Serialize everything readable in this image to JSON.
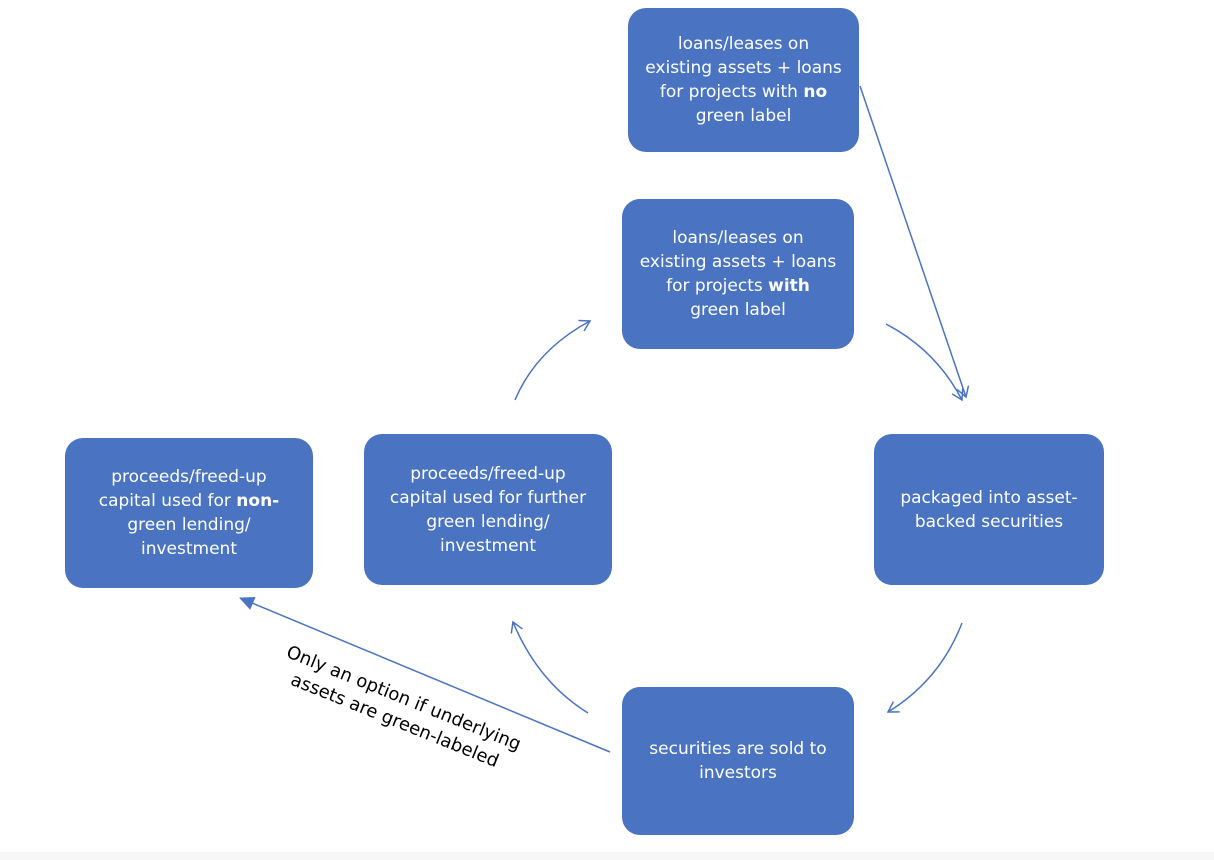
{
  "colors": {
    "box_fill": "#4a74c1",
    "box_text": "#ffffff",
    "arrow": "#4a74c1",
    "note_text": "#000000"
  },
  "boxes": {
    "no_label": {
      "line1": "loans/leases on",
      "line2": "existing assets + loans",
      "line3_pre": "for projects with ",
      "line3_bold": "no",
      "line4": "green label"
    },
    "with_label": {
      "line1": "loans/leases on",
      "line2": "existing assets + loans",
      "line3_pre": "for projects ",
      "line3_bold": "with",
      "line4": "green label"
    },
    "packaged": {
      "line1": "packaged into asset-",
      "line2": "backed securities"
    },
    "sold": {
      "line1": "securities are sold to",
      "line2": "investors"
    },
    "further": {
      "line1": "proceeds/freed-up",
      "line2": "capital used for further",
      "line3": "green lending/",
      "line4": "investment"
    },
    "non_green": {
      "line1": "proceeds/freed-up",
      "line2_pre": "capital used for ",
      "line2_bold": "non-",
      "line3": "green lending/",
      "line4": "investment"
    }
  },
  "note": {
    "line1": "Only an option if underlying",
    "line2": "assets are green-labeled"
  }
}
